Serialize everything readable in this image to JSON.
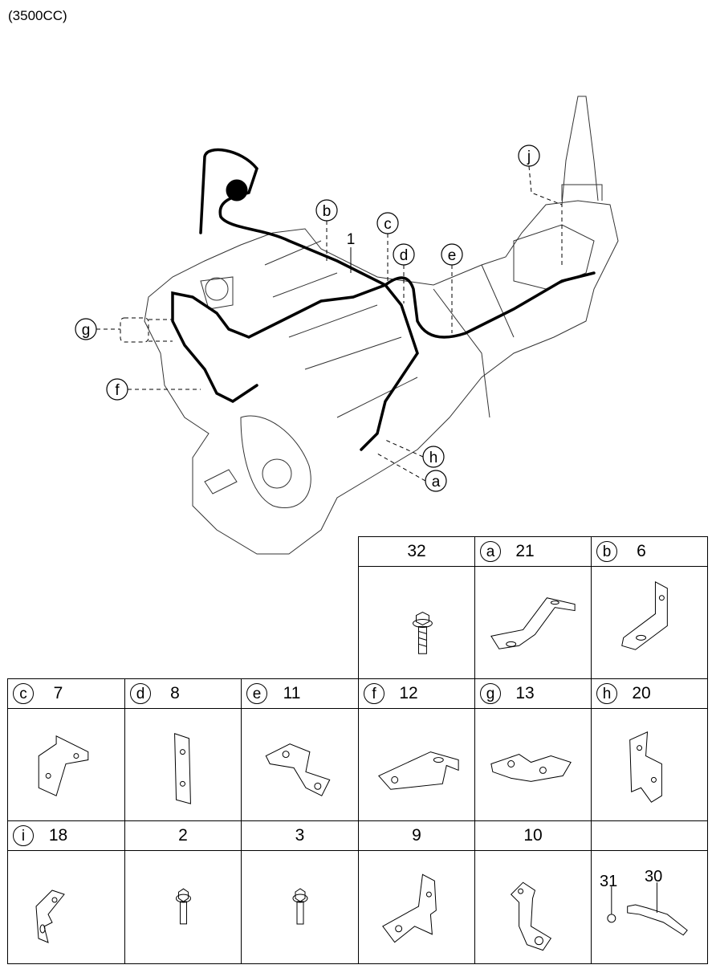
{
  "title": "(3500CC)",
  "diagram": {
    "callouts": [
      {
        "id": "b",
        "label": "b"
      },
      {
        "id": "c",
        "label": "c"
      },
      {
        "id": "d",
        "label": "d"
      },
      {
        "id": "e",
        "label": "e"
      },
      {
        "id": "j",
        "label": "j"
      },
      {
        "id": "g",
        "label": "g"
      },
      {
        "id": "f",
        "label": "f"
      },
      {
        "id": "h",
        "label": "h"
      },
      {
        "id": "a",
        "label": "a"
      }
    ],
    "harness_label": "1"
  },
  "parts": [
    {
      "letter": "",
      "number": "32"
    },
    {
      "letter": "a",
      "number": "21"
    },
    {
      "letter": "b",
      "number": "6"
    },
    {
      "letter": "c",
      "number": "7"
    },
    {
      "letter": "d",
      "number": "8"
    },
    {
      "letter": "e",
      "number": "11"
    },
    {
      "letter": "f",
      "number": "12"
    },
    {
      "letter": "g",
      "number": "13"
    },
    {
      "letter": "h",
      "number": "20"
    },
    {
      "letter": "i",
      "number": "18"
    },
    {
      "letter": "",
      "number": "2"
    },
    {
      "letter": "",
      "number": "3"
    },
    {
      "letter": "",
      "number": "9"
    },
    {
      "letter": "",
      "number": "10"
    },
    {
      "letter": "",
      "number": "",
      "sub_labels": [
        "31",
        "30"
      ]
    }
  ]
}
